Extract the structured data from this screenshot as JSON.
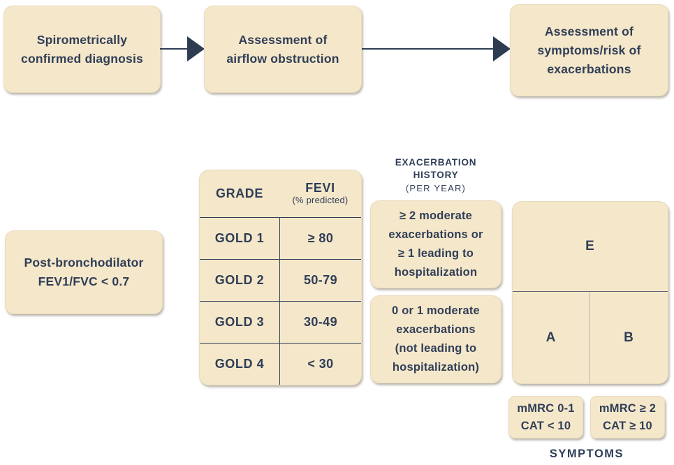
{
  "flow": {
    "step1": "Spirometrically\nconfirmed diagnosis",
    "step2": "Assessment of\nairflow obstruction",
    "step3": "Assessment of\nsymptoms/risk of\nexacerbations"
  },
  "criteria_box": {
    "text": "Post-bronchodilator\nFEV1/FVC < 0.7"
  },
  "gold_table": {
    "col1_header": "GRADE",
    "col2_header": "FEVI",
    "col2_subheader": "(% predicted)",
    "rows": [
      {
        "grade": "GOLD 1",
        "fev": "≥ 80"
      },
      {
        "grade": "GOLD 2",
        "fev": "50-79"
      },
      {
        "grade": "GOLD 3",
        "fev": "30-49"
      },
      {
        "grade": "GOLD 4",
        "fev": "< 30"
      }
    ]
  },
  "exacerbation": {
    "header_title": "EXACERBATION\nHISTORY",
    "header_sub": "(PER YEAR)",
    "high_risk": "≥ 2 moderate\nexacerbations or\n≥ 1 leading to\nhospitalization",
    "low_risk": "0 or 1 moderate\nexacerbations\n(not leading to\nhospitalization)"
  },
  "abe_grid": {
    "top": "E",
    "bottom_left": "A",
    "bottom_right": "B"
  },
  "symptoms": {
    "low": "mMRC 0-1\nCAT < 10",
    "high": "mMRC ≥ 2\nCAT ≥ 10",
    "label": "SYMPTOMS"
  },
  "colors": {
    "box_fill": "#f5e7ca",
    "text_navy": "#2f3e57",
    "arrow": "#2e3c52",
    "table_line": "#2f3e57",
    "grid_line_dark": "#5d6673",
    "grid_line_light": "#bbb6aa",
    "background": "#ffffff"
  }
}
